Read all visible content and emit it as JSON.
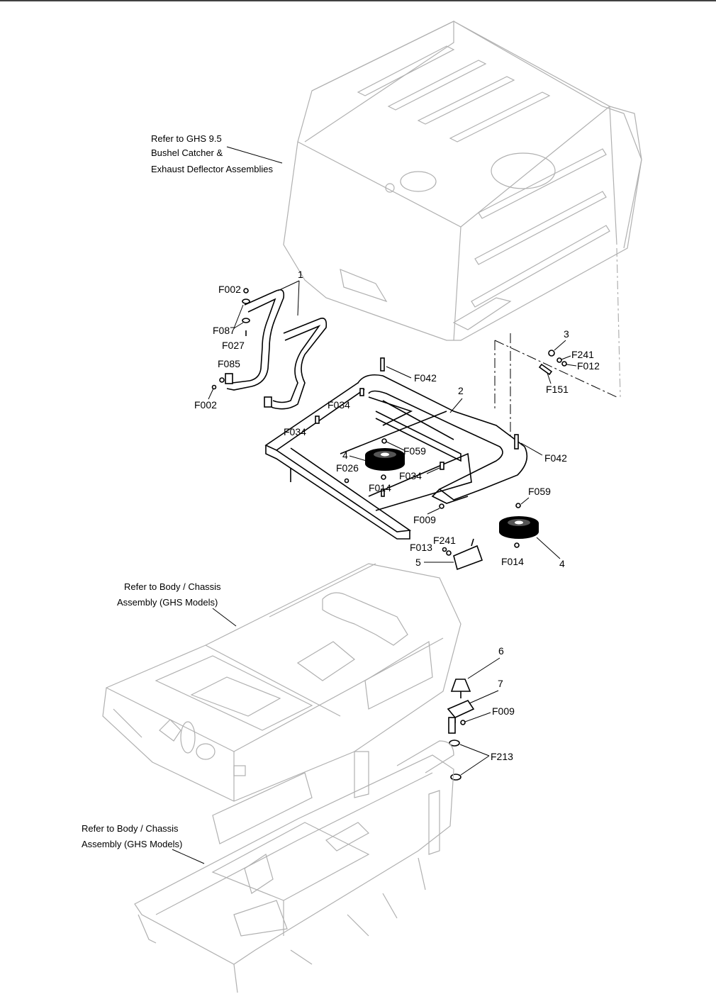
{
  "references": {
    "bushel_catcher": [
      "Refer to GHS 9.5",
      "Bushel Catcher &",
      "Exhaust Deflector Assemblies"
    ],
    "body_chassis_1": [
      "Refer to Body / Chassis",
      "Assembly (GHS Models)"
    ],
    "body_chassis_2": [
      "Refer to Body / Chassis",
      "Assembly (GHS Models)"
    ]
  },
  "callouts": {
    "item1": "1",
    "item2": "2",
    "item3": "3",
    "item4a": "4",
    "item4b": "4",
    "item5": "5",
    "item6": "6",
    "item7": "7",
    "f002a": "F002",
    "f087": "F087",
    "f027": "F027",
    "f085": "F085",
    "f002b": "F002",
    "f042a": "F042",
    "f034a": "F034",
    "f034b": "F034",
    "f034c": "F034",
    "f059a": "F059",
    "f026": "F026",
    "f014a": "F014",
    "f009a": "F009",
    "f241a": "F241",
    "f012": "F012",
    "f151": "F151",
    "f042b": "F042",
    "f059b": "F059",
    "f013": "F013",
    "f241b": "F241",
    "f014b": "F014",
    "f009b": "F009",
    "f213": "F213"
  }
}
